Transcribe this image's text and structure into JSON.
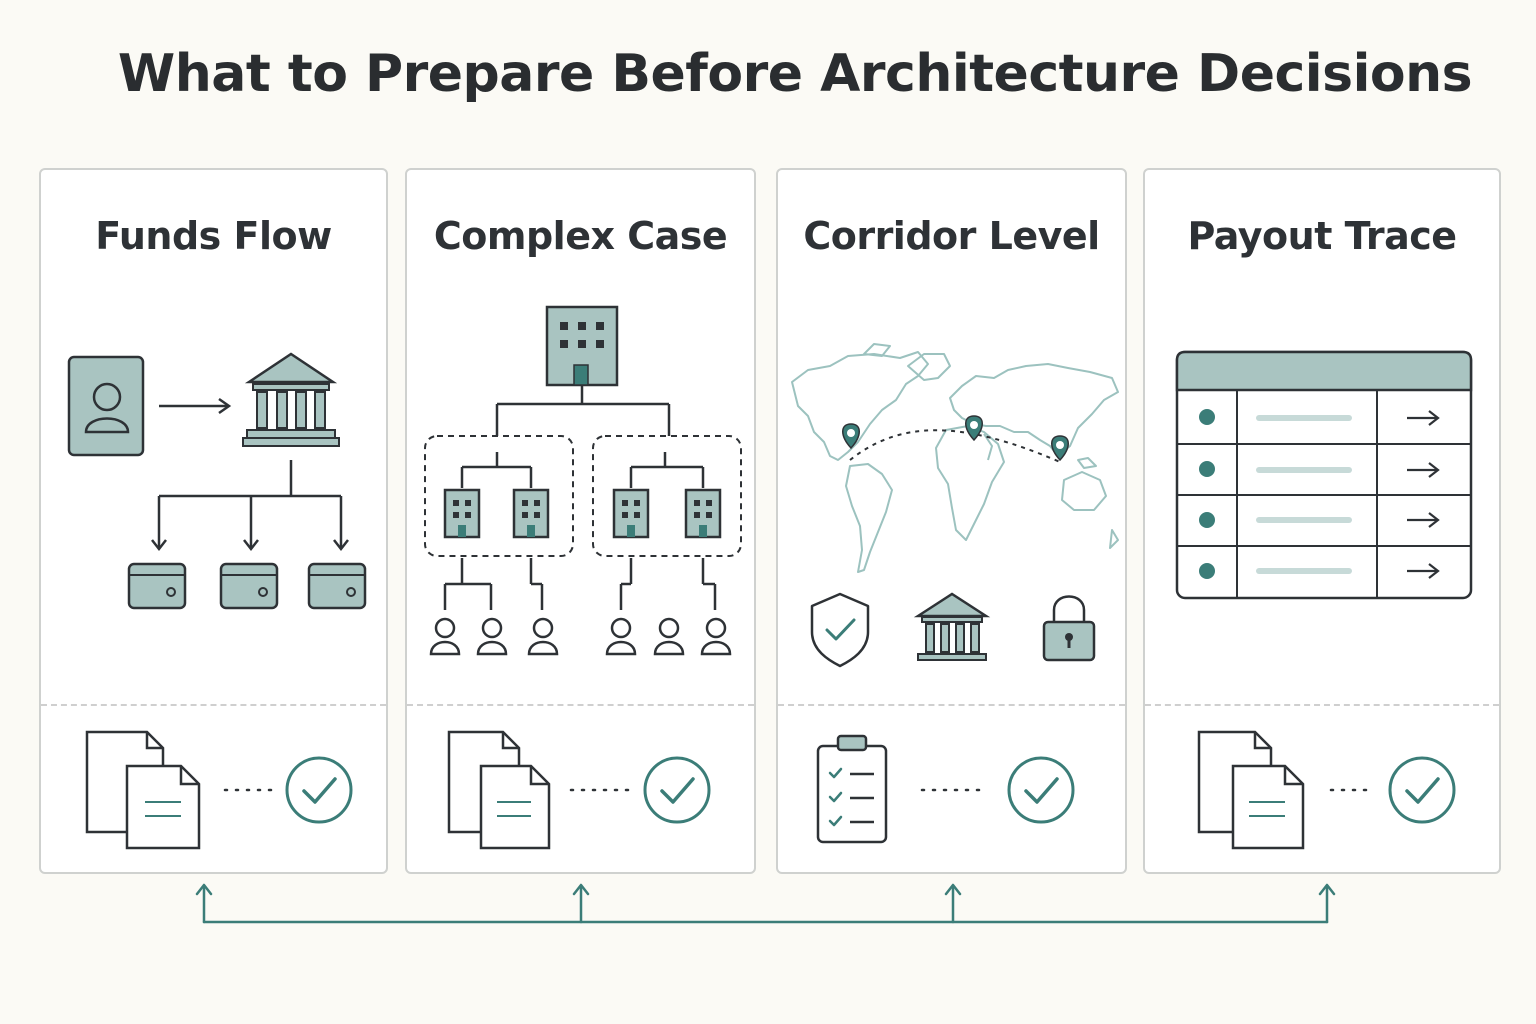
{
  "title": "What to Prepare Before Architecture Decisions",
  "colors": {
    "accent_fill": "#a9c4c1",
    "accent_dark": "#3b7d78",
    "ink": "#2e3236",
    "map": "#9cc2bf"
  },
  "panels": [
    {
      "title": "Funds Flow",
      "icons": [
        "user-card-icon",
        "arrow-right-icon",
        "bank-icon",
        "wallet-icon",
        "wallet-icon",
        "wallet-icon"
      ],
      "footer_icons": [
        "documents-icon",
        "dotted-line",
        "check-circle-icon"
      ]
    },
    {
      "title": "Complex Case",
      "icons": [
        "building-icon",
        "dashed-group",
        "building-icon",
        "person-icon"
      ],
      "footer_icons": [
        "documents-icon",
        "dotted-line",
        "check-circle-icon"
      ]
    },
    {
      "title": "Corridor Level",
      "icons": [
        "world-map",
        "location-pin-icon",
        "shield-check-icon",
        "bank-icon",
        "padlock-icon"
      ],
      "footer_icons": [
        "clipboard-checklist-icon",
        "dotted-line",
        "check-circle-icon"
      ]
    },
    {
      "title": "Payout Trace",
      "icons": [
        "table-icon",
        "dot-icon",
        "arrow-right-icon"
      ],
      "footer_icons": [
        "documents-icon",
        "dotted-line",
        "check-circle-icon"
      ]
    }
  ]
}
